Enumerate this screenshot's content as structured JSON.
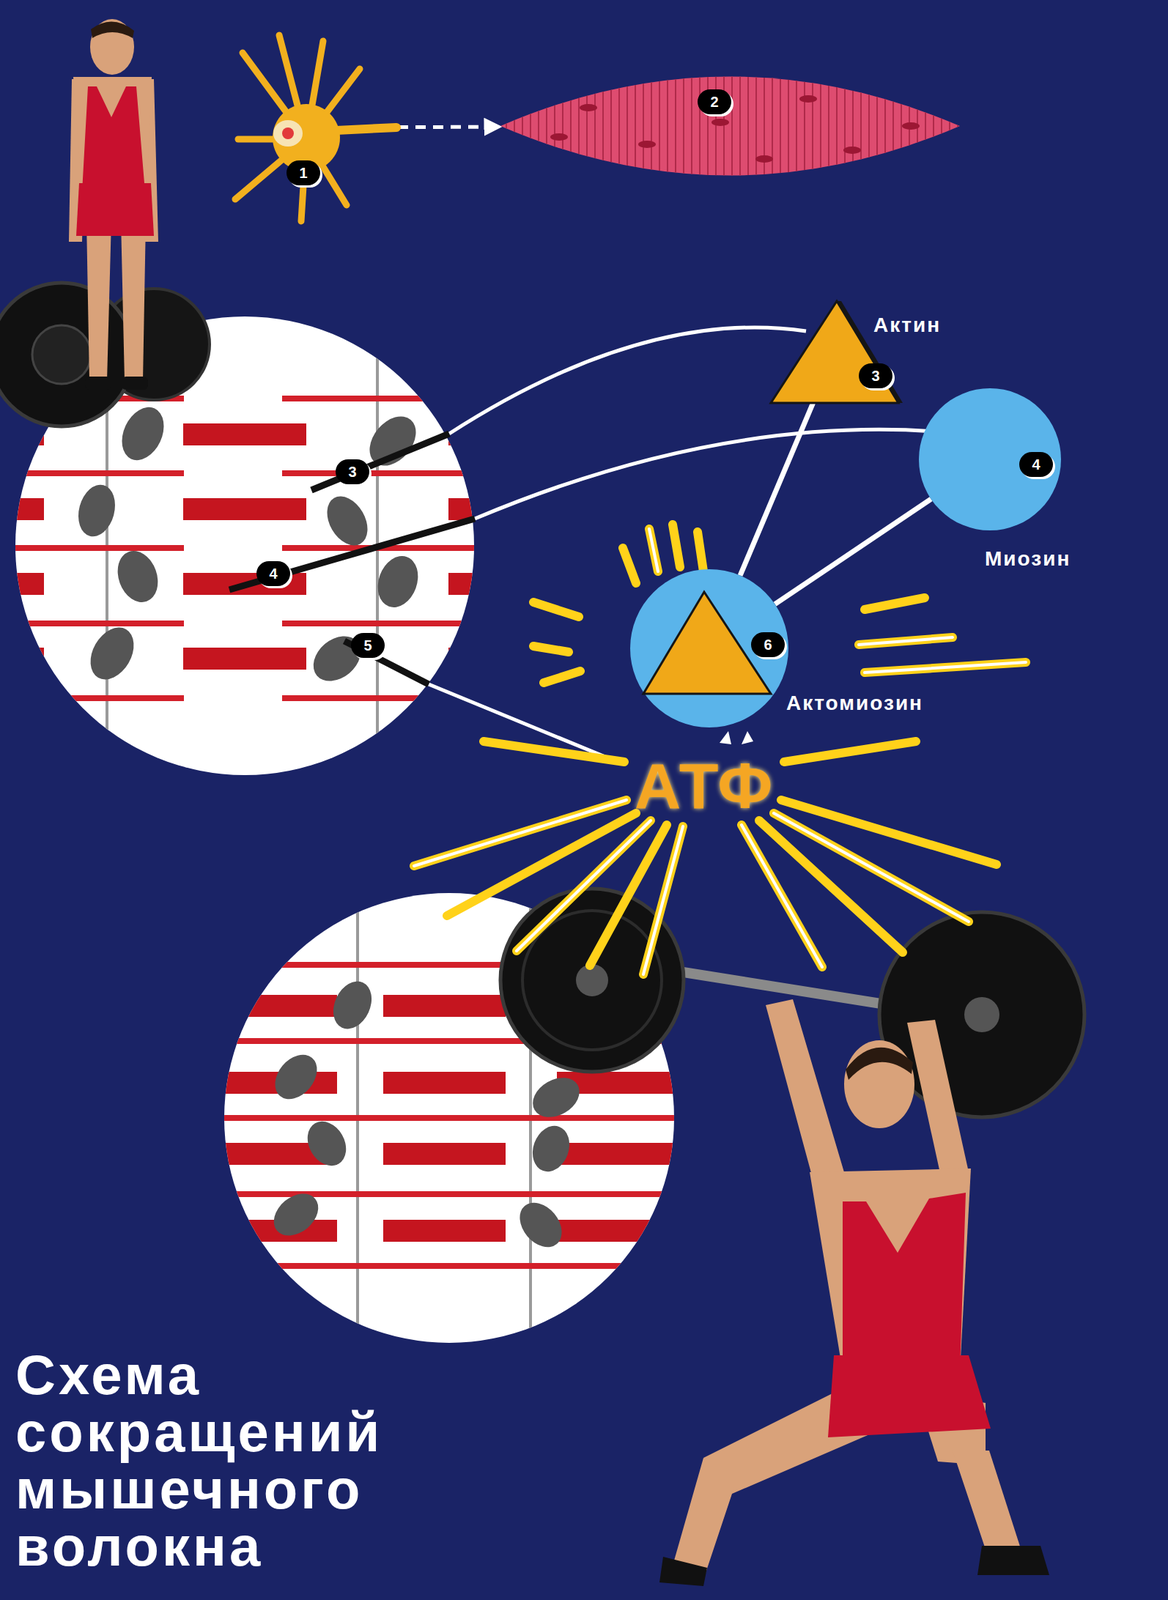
{
  "diagram": {
    "title": "Схема сокращений мышечного волокна",
    "nodes": [
      {
        "text": [
          "1"
        ]
      },
      {
        "text": [
          "2"
        ]
      },
      {
        "text": [
          "Актин",
          "3"
        ]
      },
      {
        "text": [
          "4",
          "Миозин"
        ]
      },
      {
        "text": [
          "6",
          "Актомиозин"
        ]
      }
    ],
    "edges": [
      {
        "from": 0,
        "to": 1,
        "arrow": "to"
      },
      {
        "from": 2,
        "to": 4,
        "arrow": "none"
      },
      {
        "from": 3,
        "to": 4,
        "arrow": "none"
      }
    ],
    "labels": [
      "3",
      "4",
      "5",
      "АТФ"
    ]
  }
}
